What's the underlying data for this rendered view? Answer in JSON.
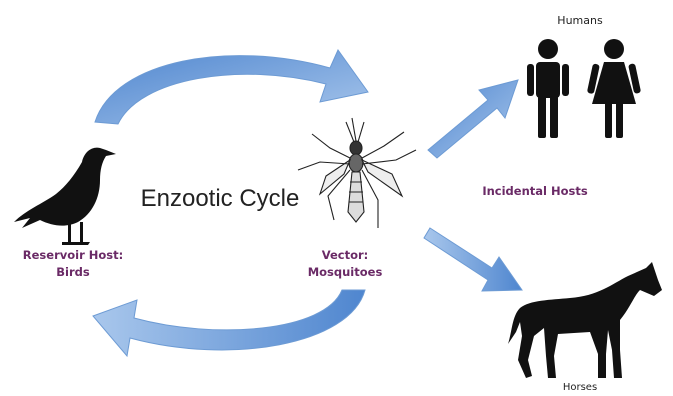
{
  "title": "Enzootic Cycle",
  "reservoir": {
    "line1": "Reservoir Host:",
    "line2": "Birds"
  },
  "vector": {
    "line1": "Vector:",
    "line2": "Mosquitoes"
  },
  "incidental": "Incidental Hosts",
  "humans": "Humans",
  "horses": "Horses",
  "colors": {
    "arrow": "#6f9fd8",
    "label_purple": "#6a2a66",
    "silhouette": "#111111"
  },
  "icons": [
    "bird-silhouette",
    "mosquito-drawing",
    "human-figures",
    "horse-silhouette"
  ]
}
